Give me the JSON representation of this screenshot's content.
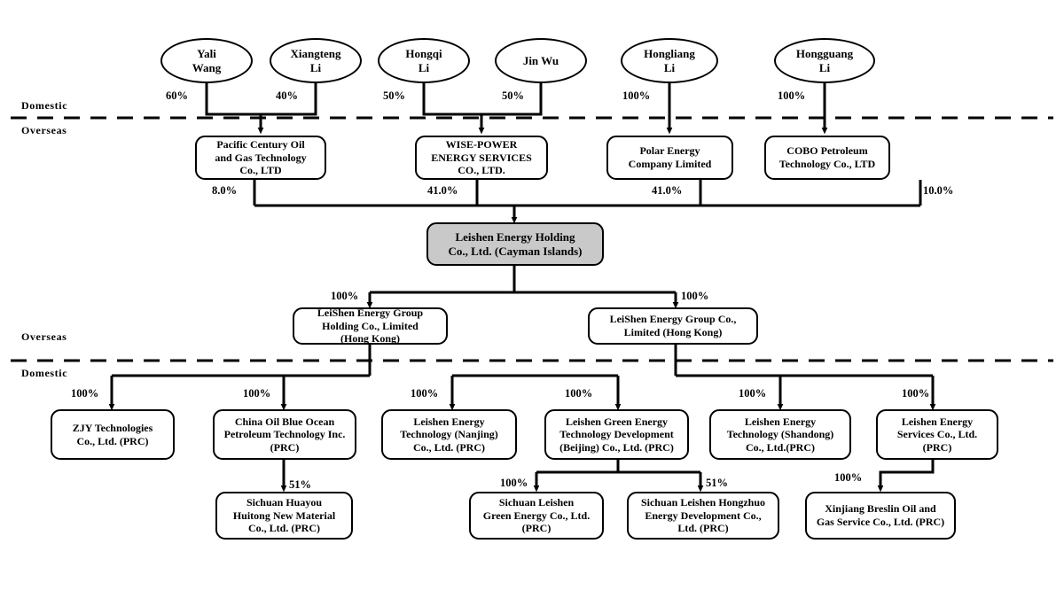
{
  "diagram": {
    "title": "Leishen Energy Holding Corporate Structure Chart",
    "type": "organizational-ownership-chart",
    "colors": {
      "line": "#000000",
      "node_fill": "#ffffff",
      "highlight_fill": "#c9c9c9",
      "background": "#ffffff"
    }
  },
  "region_labels": {
    "top_above": "Domestic",
    "top_below": "Overseas",
    "bottom_above": "Overseas",
    "bottom_below": "Domestic"
  },
  "shareholders": [
    {
      "id": "yali",
      "name": "Yali\nWang"
    },
    {
      "id": "xiangteng",
      "name": "Xiangteng\nLi"
    },
    {
      "id": "hongqi",
      "name": "Hongqi\nLi"
    },
    {
      "id": "jinwu",
      "name": "Jin Wu"
    },
    {
      "id": "hongliang",
      "name": "Hongliang\nLi"
    },
    {
      "id": "hongguang",
      "name": "Hongguang\nLi"
    }
  ],
  "shareholder_stakes": [
    {
      "from": "yali",
      "to": "pacific",
      "pct": "60%"
    },
    {
      "from": "xiangteng",
      "to": "pacific",
      "pct": "40%"
    },
    {
      "from": "hongqi",
      "to": "wise",
      "pct": "50%"
    },
    {
      "from": "jinwu",
      "to": "wise",
      "pct": "50%"
    },
    {
      "from": "hongliang",
      "to": "polar",
      "pct": "100%"
    },
    {
      "from": "hongguang",
      "to": "cobo",
      "pct": "100%"
    }
  ],
  "offshore_holders": [
    {
      "id": "pacific",
      "name": "Pacific Century Oil\nand Gas Technology\nCo., LTD",
      "pct": "8.0%"
    },
    {
      "id": "wise",
      "name": "WISE-POWER\nENERGY SERVICES\nCO., LTD.",
      "pct": "41.0%"
    },
    {
      "id": "polar",
      "name": "Polar Energy\nCompany Limited",
      "pct": "41.0%"
    },
    {
      "id": "cobo",
      "name": "COBO Petroleum\nTechnology Co., LTD",
      "pct": "10.0%"
    }
  ],
  "holding_company": {
    "id": "cayman",
    "name": "Leishen Energy Holding\nCo., Ltd. (Cayman Islands)",
    "highlighted": true
  },
  "hong_kong_entities": [
    {
      "id": "hk_left",
      "name": "LeiShen Energy Group\nHolding Co., Limited\n(Hong Kong)",
      "pct": "100%"
    },
    {
      "id": "hk_right",
      "name": "LeiShen Energy Group Co.,\nLimited (Hong Kong)",
      "pct": "100%"
    }
  ],
  "operating_subsidiaries": [
    {
      "id": "zjy",
      "parent": "hk_left",
      "pct": "100%",
      "name": "ZJY Technologies\nCo., Ltd. (PRC)"
    },
    {
      "id": "chinaoil",
      "parent": "hk_left",
      "pct": "100%",
      "name": "China Oil Blue Ocean\nPetroleum Technology Inc.\n(PRC)"
    },
    {
      "id": "nanjing",
      "parent": "hk_left",
      "pct": "100%",
      "name": "Leishen Energy\nTechnology (Nanjing)\nCo., Ltd. (PRC)"
    },
    {
      "id": "beijing",
      "parent": "hk_left",
      "pct": "100%",
      "name": "Leishen Green Energy\nTechnology Development\n(Beijing) Co., Ltd. (PRC)"
    },
    {
      "id": "shandong",
      "parent": "hk_right",
      "pct": "100%",
      "name": "Leishen Energy\nTechnology (Shandong)\nCo., Ltd.(PRC)"
    },
    {
      "id": "services",
      "parent": "hk_right",
      "pct": "100%",
      "name": "Leishen Energy\nServices Co., Ltd.\n(PRC)"
    }
  ],
  "bottom_subsidiaries": [
    {
      "id": "huayou",
      "parent": "chinaoil",
      "pct": "51%",
      "name": "Sichuan Huayou\nHuitong New Material\nCo., Ltd. (PRC)"
    },
    {
      "id": "scgreen",
      "parent": "beijing",
      "pct": "100%",
      "name": "Sichuan Leishen\nGreen Energy Co., Ltd.\n(PRC)"
    },
    {
      "id": "hongzhuo",
      "parent": "beijing",
      "pct": "51%",
      "name": "Sichuan Leishen Hongzhuo\nEnergy Development Co.,\nLtd. (PRC)"
    },
    {
      "id": "xinjiang",
      "parent": "services",
      "pct": "100%",
      "name": "Xinjiang Breslin Oil and\nGas Service Co., Ltd. (PRC)"
    }
  ]
}
